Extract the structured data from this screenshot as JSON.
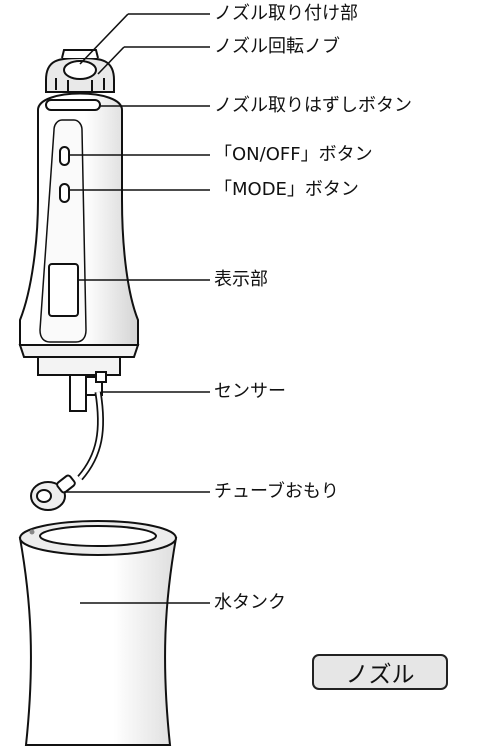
{
  "labels": {
    "nozzle_mount": "ノズル取り付け部",
    "nozzle_rotate_knob": "ノズル回転ノブ",
    "nozzle_release_button": "ノズル取りはずしボタン",
    "onoff_button": "「ON/OFF」ボタン",
    "mode_button": "「MODE」ボタン",
    "display": "表示部",
    "sensor": "センサー",
    "tube_weight": "チューブおもり",
    "water_tank": "水タンク"
  },
  "tab": {
    "label": "ノズル"
  }
}
